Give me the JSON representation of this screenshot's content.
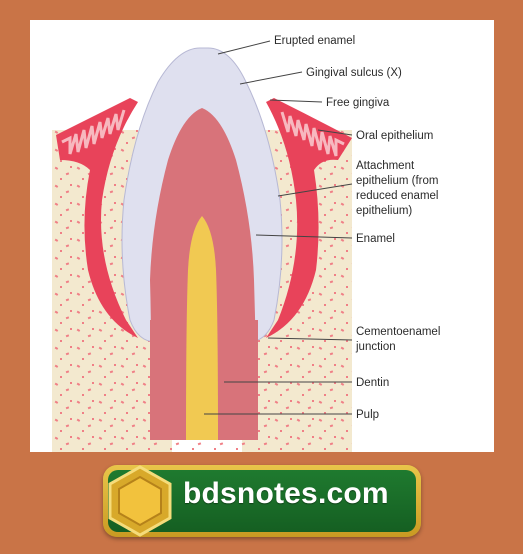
{
  "diagram": {
    "labels": {
      "erupted_enamel": "Erupted enamel",
      "gingival_sulcus": "Gingival sulcus (X)",
      "free_gingiva": "Free gingiva",
      "oral_epithelium": "Oral epithelium",
      "attachment_epithelium": [
        "Attachment",
        "epithelium (from",
        "reduced enamel",
        "epithelium)"
      ],
      "enamel": "Enamel",
      "cementoenamel_junction": [
        "Cementoenamel",
        "junction"
      ],
      "dentin": "Dentin",
      "pulp": "Pulp"
    },
    "colors": {
      "background": "#c97447",
      "bone": "#f3e9cf",
      "bone_dots": "#f07f86",
      "epithelium": "#e8435a",
      "epithelium_light": "#f7b8bf",
      "enamel": "#dfe0ef",
      "dentin": "#d8737a",
      "pulp": "#f1c952"
    }
  },
  "brand": {
    "text": "bdsnotes.com",
    "icon": "hexagon-logo-icon"
  }
}
